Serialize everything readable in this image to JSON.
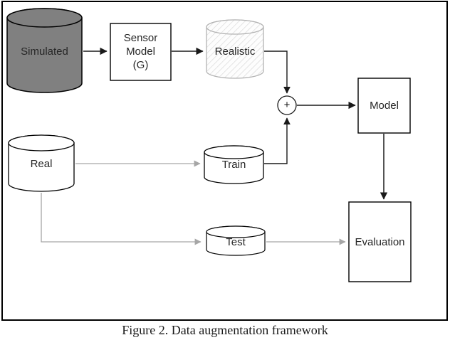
{
  "caption": "Figure 2. Data augmentation framework",
  "nodes": {
    "simulated": {
      "label": "Simulated",
      "type": "cylinder"
    },
    "sensor_model": {
      "line1": "Sensor",
      "line2": "Model",
      "line3": "(G)",
      "type": "box"
    },
    "realistic": {
      "label": "Realistic",
      "type": "cylinder"
    },
    "plus_junction": {
      "label": "+",
      "type": "circle"
    },
    "model": {
      "label": "Model",
      "type": "box"
    },
    "real": {
      "label": "Real",
      "type": "cylinder"
    },
    "train": {
      "label": "Train",
      "type": "cylinder"
    },
    "test": {
      "label": "Test",
      "type": "cylinder"
    },
    "evaluation": {
      "label": "Evaluation",
      "type": "box"
    }
  },
  "edges": [
    {
      "from": "Simulated",
      "to": "Sensor Model (G)"
    },
    {
      "from": "Sensor Model (G)",
      "to": "Realistic"
    },
    {
      "from": "Realistic",
      "to": "+"
    },
    {
      "from": "Train",
      "to": "+"
    },
    {
      "from": "+",
      "to": "Model"
    },
    {
      "from": "Real",
      "to": "Train"
    },
    {
      "from": "Real",
      "to": "Test"
    },
    {
      "from": "Test",
      "to": "Evaluation"
    },
    {
      "from": "Model",
      "to": "Evaluation"
    }
  ],
  "colors": {
    "simulated_fill": "#808080",
    "cylinder_fill": "#ffffff",
    "hatch_line": "#d9d9d9",
    "edge_dark": "#1a1a1a",
    "edge_light": "#a6a6a6",
    "frame_stroke": "#000000"
  }
}
